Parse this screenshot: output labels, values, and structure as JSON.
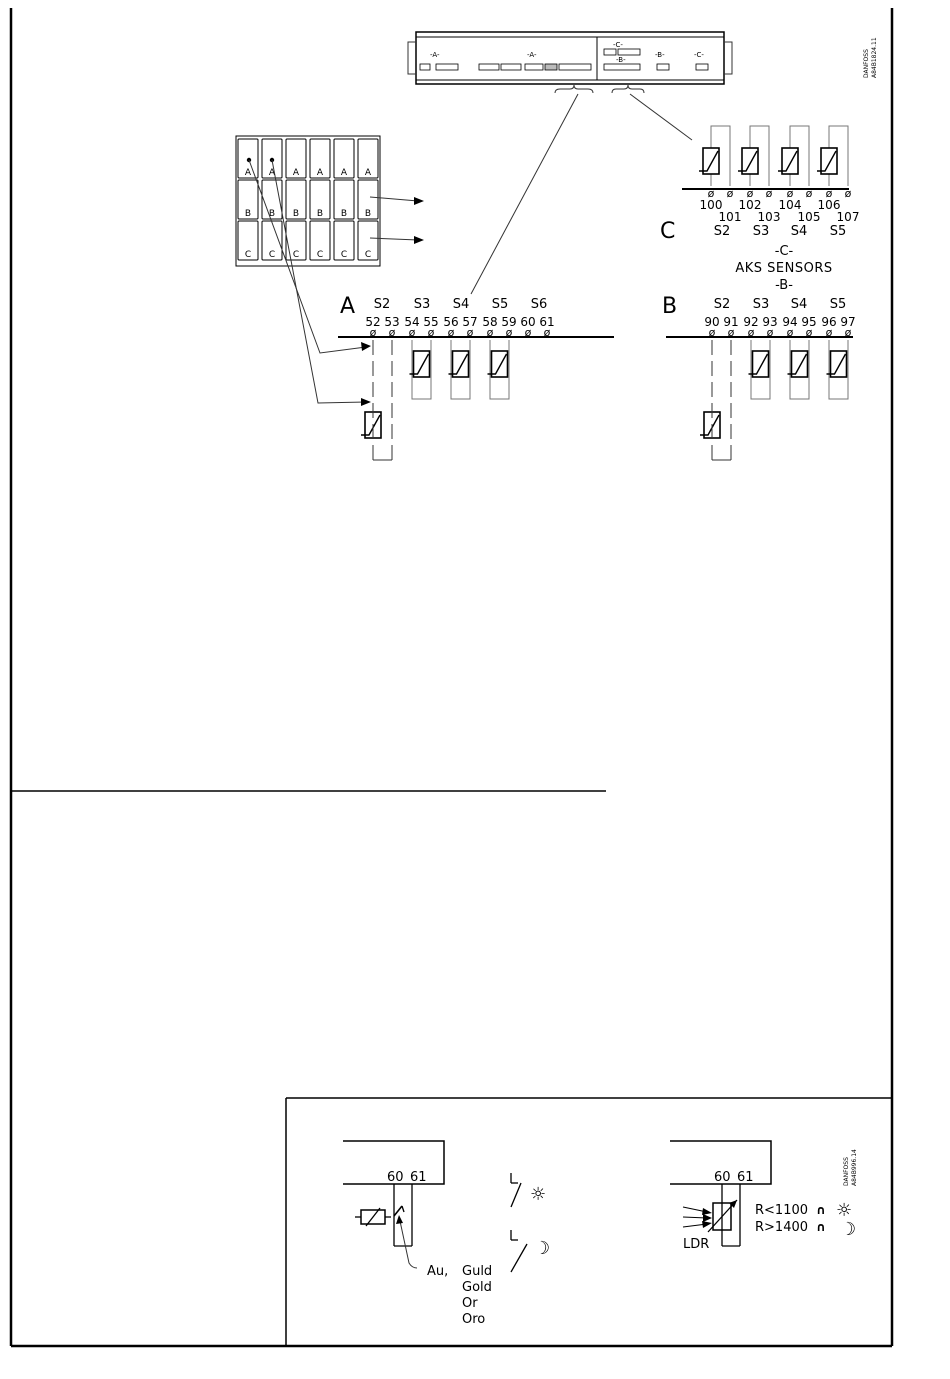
{
  "top_figure": {
    "code": {
      "brand": "DANFOSS",
      "number": "A84B1824.11"
    },
    "controller": {
      "labels": [
        "-A-",
        "-A-",
        "-C-",
        "-B-",
        "-B-",
        "-C-"
      ]
    },
    "card_grid": {
      "rows": [
        [
          "A",
          "A",
          "A",
          "A",
          "A",
          "A"
        ],
        [
          "B",
          "B",
          "B",
          "B",
          "B",
          "B"
        ],
        [
          "C",
          "C",
          "C",
          "C",
          "C",
          "C"
        ]
      ]
    },
    "panel_A": {
      "letter": "A",
      "sensors": [
        "S2",
        "S3",
        "S4",
        "S5",
        "S6"
      ],
      "terminals": [
        "52",
        "53",
        "54",
        "55",
        "56",
        "57",
        "58",
        "59",
        "60",
        "61"
      ],
      "terminal_mark": "ø"
    },
    "panel_B": {
      "letter": "B",
      "sensors": [
        "S2",
        "S3",
        "S4",
        "S5"
      ],
      "terminals": [
        "90",
        "91",
        "92",
        "93",
        "94",
        "95",
        "96",
        "97"
      ],
      "terminal_mark": "ø"
    },
    "panel_C": {
      "letter": "C",
      "terminals_row1": [
        "100",
        "102",
        "104",
        "106"
      ],
      "terminals_row2": [
        "101",
        "103",
        "105",
        "107"
      ],
      "sensors": [
        "S2",
        "S3",
        "S4",
        "S5"
      ],
      "sub_c": "-C-",
      "caption": "AKS SENSORS",
      "sub_b": "-B-",
      "terminal_mark": "ø"
    }
  },
  "bottom_figure": {
    "code": {
      "brand": "DANFOSS",
      "number": "A84B996.14"
    },
    "left": {
      "terminals": [
        "60",
        "61"
      ],
      "contact_material": [
        "Au,",
        "Guld",
        "Gold",
        "Or",
        "Oro"
      ],
      "day_symbol": "☼",
      "night_symbol": "☽"
    },
    "right": {
      "terminals": [
        "60",
        "61"
      ],
      "component": "LDR",
      "rule_day": "R<1100",
      "rule_night": "R>1400",
      "ohm_symbol": "∩",
      "day_symbol": "☼",
      "night_symbol": "☽"
    }
  }
}
